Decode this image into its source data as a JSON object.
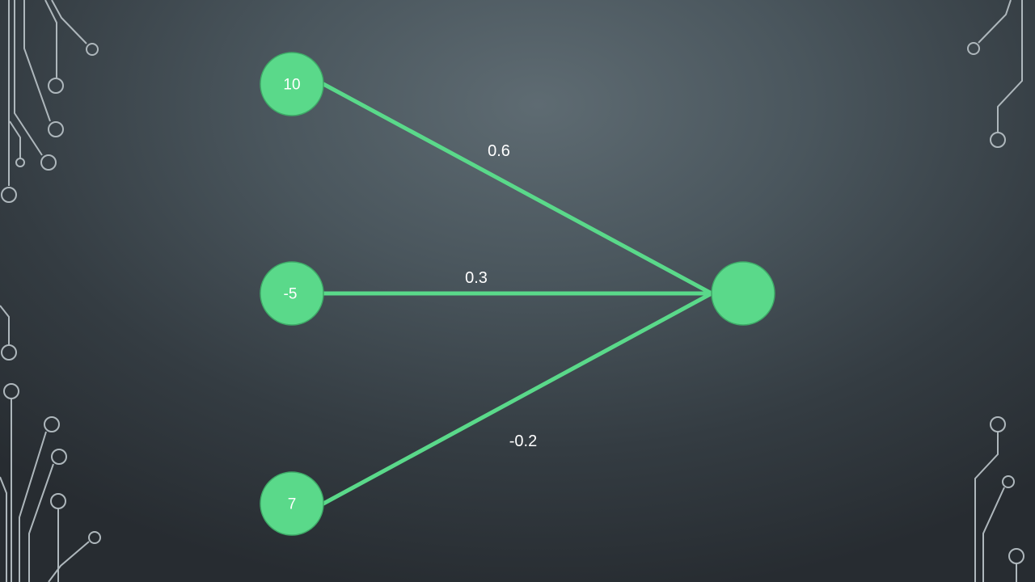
{
  "diagram": {
    "type": "neural-network-neuron",
    "inputs": [
      {
        "id": "input-1",
        "label": "10"
      },
      {
        "id": "input-2",
        "label": "-5"
      },
      {
        "id": "input-3",
        "label": "7"
      }
    ],
    "output": {
      "id": "output",
      "label": ""
    },
    "edges": [
      {
        "from": "input-1",
        "to": "output",
        "weight": "0.6"
      },
      {
        "from": "input-2",
        "to": "output",
        "weight": "0.3"
      },
      {
        "from": "input-3",
        "to": "output",
        "weight": "-0.2"
      }
    ],
    "colors": {
      "node": "#5ad98a",
      "edge": "#5ad98a",
      "text": "#ffffff",
      "decoration": "#aeb7bc"
    },
    "decoration_icon": "circuit-trace-decoration"
  }
}
